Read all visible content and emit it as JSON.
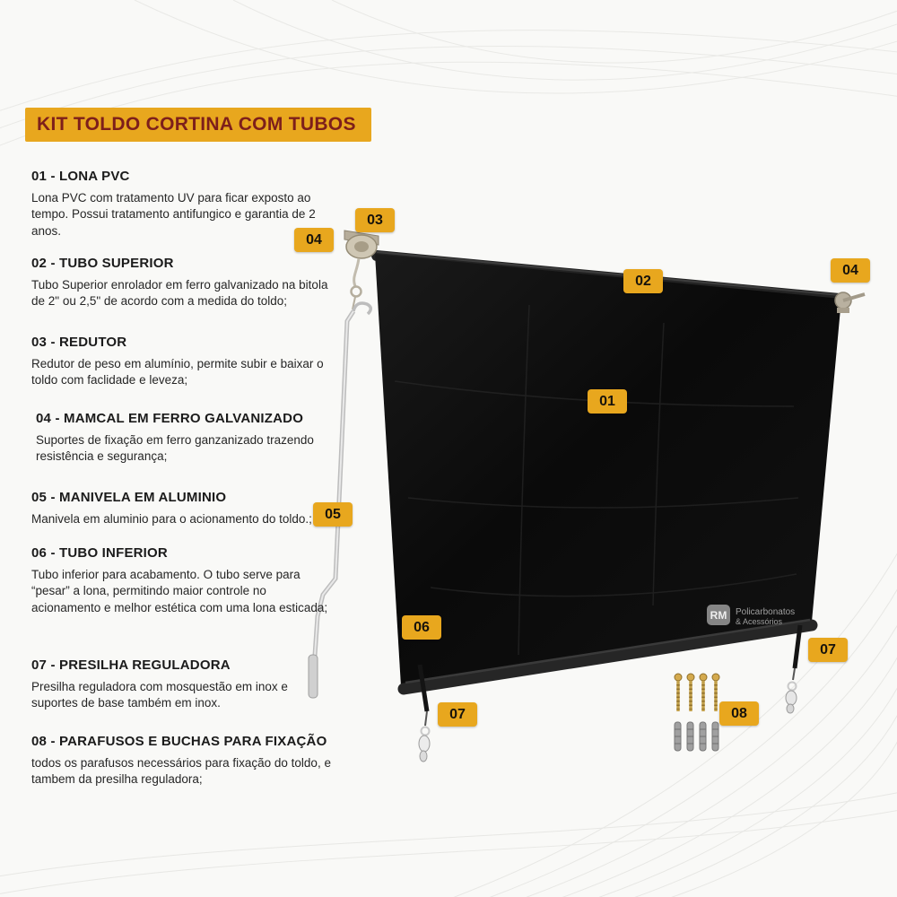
{
  "page": {
    "title": "KIT TOLDO CORTINA COM TUBOS"
  },
  "colors": {
    "badge_bg": "#E8A71E",
    "title_text": "#7D1F1B",
    "tarp": "#0d0d0d"
  },
  "parts": [
    {
      "heading": "01 - LONA PVC",
      "body": "Lona PVC com tratamento UV para ficar exposto ao tempo. Possui tratamento antifungico e garantia de 2 anos."
    },
    {
      "heading": "02 - TUBO SUPERIOR",
      "body": "Tubo Superior enrolador em ferro galvanizado na bitola de 2\" ou 2,5\" de acordo com a medida do toldo;"
    },
    {
      "heading": "03 - REDUTOR",
      "body": "Redutor de peso em alumínio, permite subir e baixar o toldo com faclidade e leveza;"
    },
    {
      "heading": "04 - MAMCAL  EM FERRO GALVANIZADO",
      "body": "Suportes de fixação em ferro ganzanizado trazendo resistência e segurança;"
    },
    {
      "heading": "05 - MANIVELA EM ALUMINIO",
      "body": "Manivela em aluminio para o acionamento do toldo.;"
    },
    {
      "heading": "06 - TUBO INFERIOR",
      "body": "Tubo inferior para acabamento. O tubo serve para “pesar” a lona, permitindo maior controle no acionamento e melhor estética com uma lona esticada;"
    },
    {
      "heading": "07 - PRESILHA REGULADORA",
      "body": "Presilha reguladora com mosquestão em inox e suportes de base também em inox."
    },
    {
      "heading": "08 - PARAFUSOS E BUCHAS PARA FIXAÇÃO",
      "body": "todos os parafusos necessários para fixação do toldo, e tambem da presilha reguladora;"
    }
  ],
  "diagram": {
    "badges": [
      {
        "label": "03"
      },
      {
        "label": "04"
      },
      {
        "label": "02"
      },
      {
        "label": "04"
      },
      {
        "label": "01"
      },
      {
        "label": "05"
      },
      {
        "label": "06"
      },
      {
        "label": "07"
      },
      {
        "label": "07"
      },
      {
        "label": "08"
      }
    ],
    "watermark": {
      "initials": "RM",
      "name": "Policarbonatos",
      "suffix": "& Acessórios"
    }
  }
}
